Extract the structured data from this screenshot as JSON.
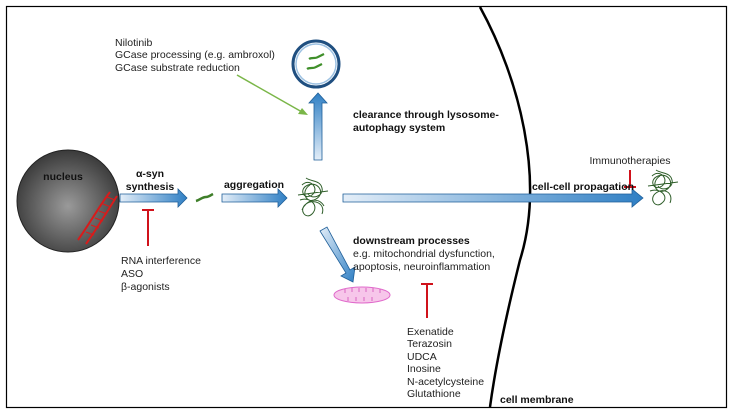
{
  "labels": {
    "nucleus": "nucleus",
    "synthesis": [
      "α-syn",
      "synthesis"
    ],
    "aggregation": "aggregation",
    "clearance": [
      "clearance through lysosome-",
      "autophagy system"
    ],
    "propagation": "cell-cell propagation",
    "downstream_title": "downstream processes",
    "downstream_desc": [
      "e.g. mitochondrial dysfunction,",
      "apoptosis, neuroinflammation"
    ],
    "cell_membrane": "cell membrane"
  },
  "interventions": {
    "clearance": [
      "Nilotinib",
      "GCase processing (e.g. ambroxol)",
      "GCase substrate reduction"
    ],
    "synthesis": [
      "RNA interference",
      "ASO",
      "β-agonists"
    ],
    "propagation": [
      "Immunotherapies"
    ],
    "downstream": [
      "Exenatide",
      "Terazosin",
      "UDCA",
      "Inosine",
      "N-acetylcysteine",
      "Glutathione"
    ]
  },
  "colors": {
    "arrow": "#2f7fc4",
    "inhibit": "#d0121b",
    "promote": "#7ab648",
    "fibril": "#2f5e2a",
    "mito": "#f4b8e4"
  }
}
